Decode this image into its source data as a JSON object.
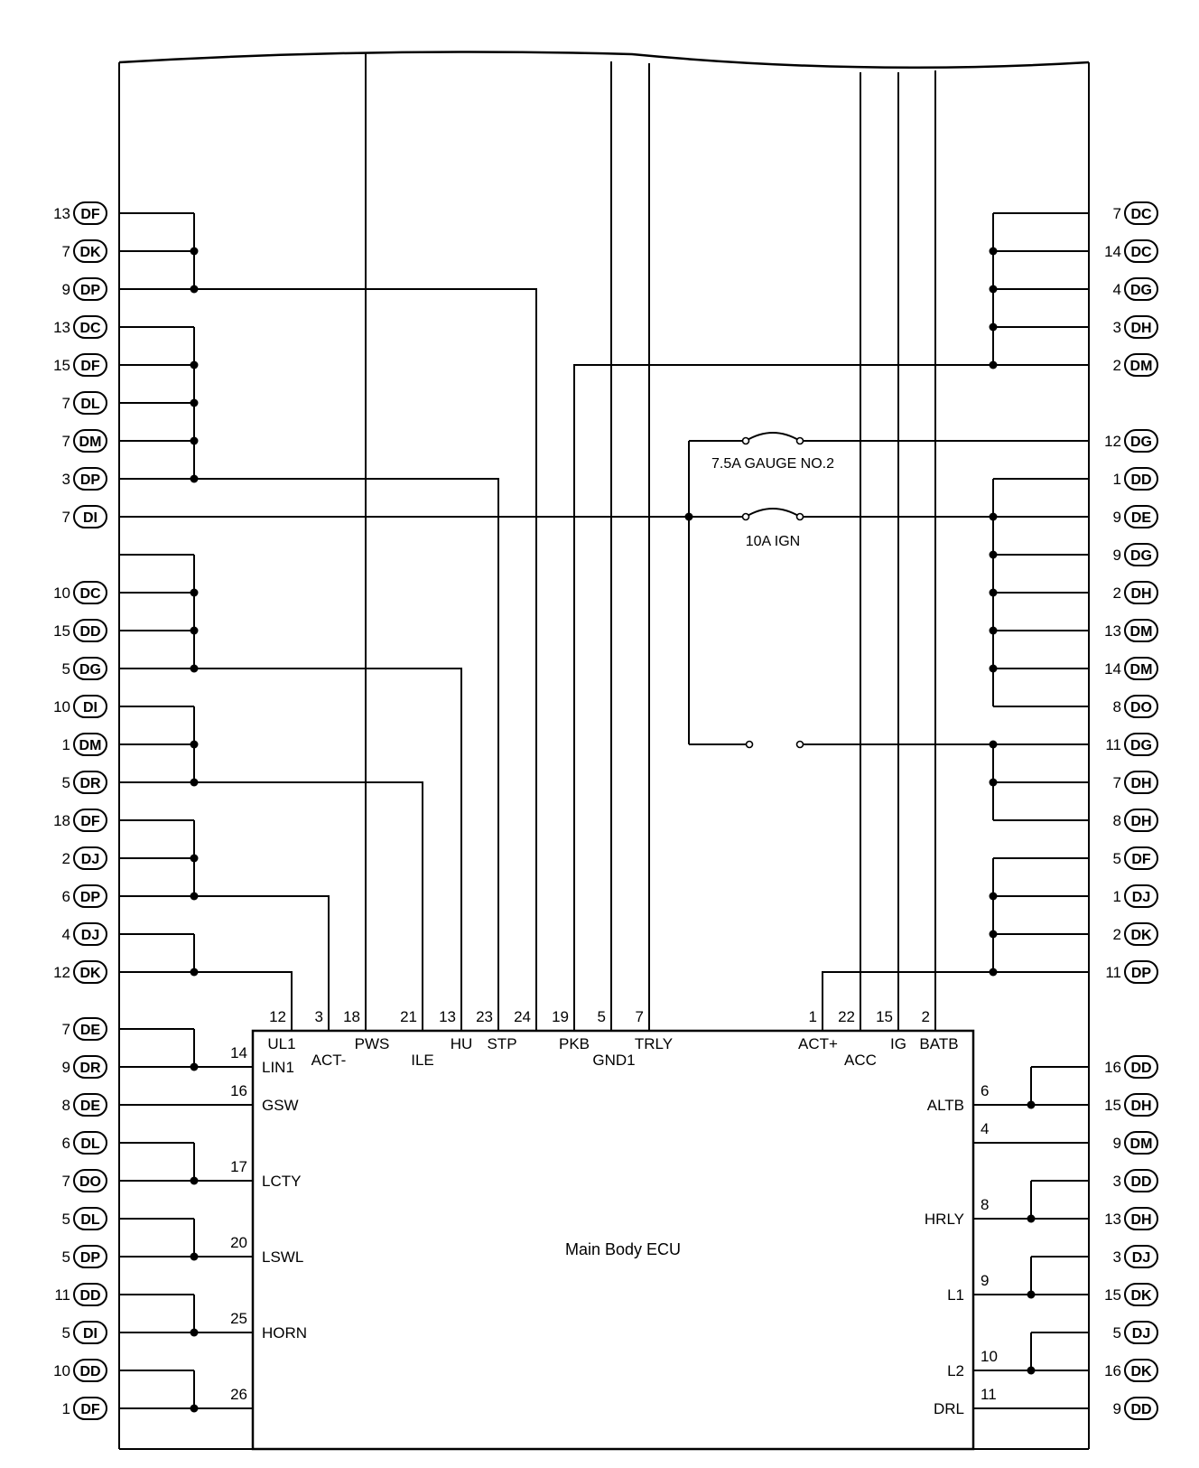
{
  "diagram": {
    "ecu_label": "Main Body ECU",
    "fuses": [
      {
        "label": "7.5A GAUGE NO.2"
      },
      {
        "label": "10A IGN"
      }
    ],
    "left_connectors": [
      {
        "num": "13",
        "conn": "DF"
      },
      {
        "num": "7",
        "conn": "DK"
      },
      {
        "num": "9",
        "conn": "DP"
      },
      {
        "num": "13",
        "conn": "DC"
      },
      {
        "num": "15",
        "conn": "DF"
      },
      {
        "num": "7",
        "conn": "DL"
      },
      {
        "num": "7",
        "conn": "DM"
      },
      {
        "num": "3",
        "conn": "DP"
      },
      {
        "num": "7",
        "conn": "DI"
      },
      {
        "num": "10",
        "conn": "DC"
      },
      {
        "num": "15",
        "conn": "DD"
      },
      {
        "num": "5",
        "conn": "DG"
      },
      {
        "num": "10",
        "conn": "DI"
      },
      {
        "num": "1",
        "conn": "DM"
      },
      {
        "num": "5",
        "conn": "DR"
      },
      {
        "num": "18",
        "conn": "DF"
      },
      {
        "num": "2",
        "conn": "DJ"
      },
      {
        "num": "6",
        "conn": "DP"
      },
      {
        "num": "4",
        "conn": "DJ"
      },
      {
        "num": "12",
        "conn": "DK"
      },
      {
        "num": "7",
        "conn": "DE"
      },
      {
        "num": "9",
        "conn": "DR"
      },
      {
        "num": "8",
        "conn": "DE"
      },
      {
        "num": "6",
        "conn": "DL"
      },
      {
        "num": "7",
        "conn": "DO"
      },
      {
        "num": "5",
        "conn": "DL"
      },
      {
        "num": "5",
        "conn": "DP"
      },
      {
        "num": "11",
        "conn": "DD"
      },
      {
        "num": "5",
        "conn": "DI"
      },
      {
        "num": "10",
        "conn": "DD"
      },
      {
        "num": "1",
        "conn": "DF"
      }
    ],
    "right_connectors": [
      {
        "num": "7",
        "conn": "DC"
      },
      {
        "num": "14",
        "conn": "DC"
      },
      {
        "num": "4",
        "conn": "DG"
      },
      {
        "num": "3",
        "conn": "DH"
      },
      {
        "num": "2",
        "conn": "DM"
      },
      {
        "num": "12",
        "conn": "DG"
      },
      {
        "num": "1",
        "conn": "DD"
      },
      {
        "num": "9",
        "conn": "DE"
      },
      {
        "num": "9",
        "conn": "DG"
      },
      {
        "num": "2",
        "conn": "DH"
      },
      {
        "num": "13",
        "conn": "DM"
      },
      {
        "num": "14",
        "conn": "DM"
      },
      {
        "num": "8",
        "conn": "DO"
      },
      {
        "num": "11",
        "conn": "DG"
      },
      {
        "num": "7",
        "conn": "DH"
      },
      {
        "num": "8",
        "conn": "DH"
      },
      {
        "num": "5",
        "conn": "DF"
      },
      {
        "num": "1",
        "conn": "DJ"
      },
      {
        "num": "2",
        "conn": "DK"
      },
      {
        "num": "11",
        "conn": "DP"
      },
      {
        "num": "16",
        "conn": "DD"
      },
      {
        "num": "15",
        "conn": "DH"
      },
      {
        "num": "9",
        "conn": "DM"
      },
      {
        "num": "3",
        "conn": "DD"
      },
      {
        "num": "13",
        "conn": "DH"
      },
      {
        "num": "3",
        "conn": "DJ"
      },
      {
        "num": "15",
        "conn": "DK"
      },
      {
        "num": "5",
        "conn": "DJ"
      },
      {
        "num": "16",
        "conn": "DK"
      },
      {
        "num": "9",
        "conn": "DD"
      }
    ],
    "ecu_top_pins": [
      {
        "pin": "12",
        "sig": "UL1"
      },
      {
        "pin": "3",
        "sig": "ACT-"
      },
      {
        "pin": "18",
        "sig": "PWS"
      },
      {
        "pin": "21",
        "sig": "ILE"
      },
      {
        "pin": "13",
        "sig": "HU"
      },
      {
        "pin": "23",
        "sig": "STP"
      },
      {
        "pin": "24",
        "sig": ""
      },
      {
        "pin": "19",
        "sig": "PKB"
      },
      {
        "pin": "5",
        "sig": "GND1"
      },
      {
        "pin": "7",
        "sig": "TRLY"
      },
      {
        "pin": "1",
        "sig": "ACT+"
      },
      {
        "pin": "22",
        "sig": "ACC"
      },
      {
        "pin": "15",
        "sig": "IG"
      },
      {
        "pin": "2",
        "sig": "BATB"
      }
    ],
    "ecu_left_pins": [
      {
        "pin": "14",
        "sig": "LIN1"
      },
      {
        "pin": "16",
        "sig": "GSW"
      },
      {
        "pin": "17",
        "sig": "LCTY"
      },
      {
        "pin": "20",
        "sig": "LSWL"
      },
      {
        "pin": "25",
        "sig": "HORN"
      },
      {
        "pin": "26",
        "sig": ""
      }
    ],
    "ecu_right_pins": [
      {
        "pin": "6",
        "sig": "ALTB"
      },
      {
        "pin": "4",
        "sig": ""
      },
      {
        "pin": "8",
        "sig": "HRLY"
      },
      {
        "pin": "9",
        "sig": "L1"
      },
      {
        "pin": "10",
        "sig": "L2"
      },
      {
        "pin": "11",
        "sig": "DRL"
      }
    ]
  }
}
